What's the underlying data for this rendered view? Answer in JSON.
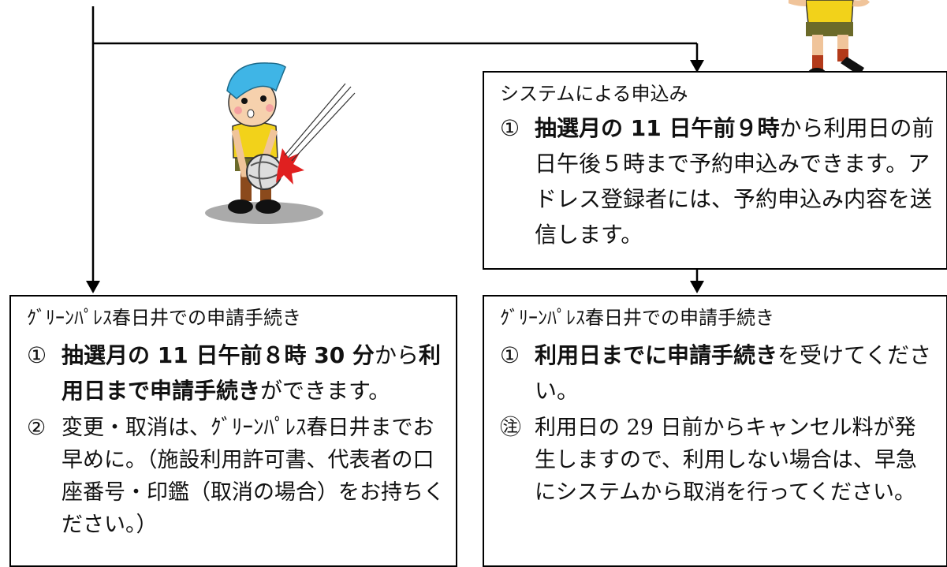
{
  "online_box": {
    "title": "システムによる申込み",
    "items": [
      {
        "number": "①",
        "parts": [
          {
            "text": "抽選月の 11 日午前９時",
            "bold": true
          },
          {
            "text": "から利用日の前日午後５時まで予約申込みできます。アドレス登録者には、予約申込み内容を送信します。",
            "bold": false
          }
        ]
      }
    ]
  },
  "left_box": {
    "title": "ｸﾞﾘｰﾝﾊﾟﾚｽ春日井での申請手続き",
    "items": [
      {
        "number": "①",
        "parts": [
          {
            "text": "抽選月の 11 日午前８時 30 分",
            "bold": true
          },
          {
            "text": "から",
            "bold": false
          },
          {
            "text": "利用日まで申請手続き",
            "bold": true
          },
          {
            "text": "ができます。",
            "bold": false
          }
        ]
      },
      {
        "number": "②",
        "parts": [
          {
            "text": "変更・取消は、ｸﾞﾘｰﾝﾊﾟﾚｽ春日井までお早めに。（施設利用許可書、代表者の口座番号・印鑑（取消の場合）をお持ちください。）",
            "bold": false
          }
        ]
      }
    ]
  },
  "right_box": {
    "title": "ｸﾞﾘｰﾝﾊﾟﾚｽ春日井での申請手続き",
    "items": [
      {
        "number": "①",
        "parts": [
          {
            "text": "利用日までに申請手続き",
            "bold": true
          },
          {
            "text": "を受けてください。",
            "bold": false
          }
        ]
      },
      {
        "number": "㊟",
        "parts": [
          {
            "text": "利用日の 29 日前からキャンセル料が発生しますので、利用しない場合は、早急にシステムから取消を行ってください。",
            "bold": false
          }
        ]
      }
    ]
  },
  "illustrations": {
    "left": "volleyball-player-receiving-icon",
    "right": "volleyball-player-jumping-icon"
  }
}
